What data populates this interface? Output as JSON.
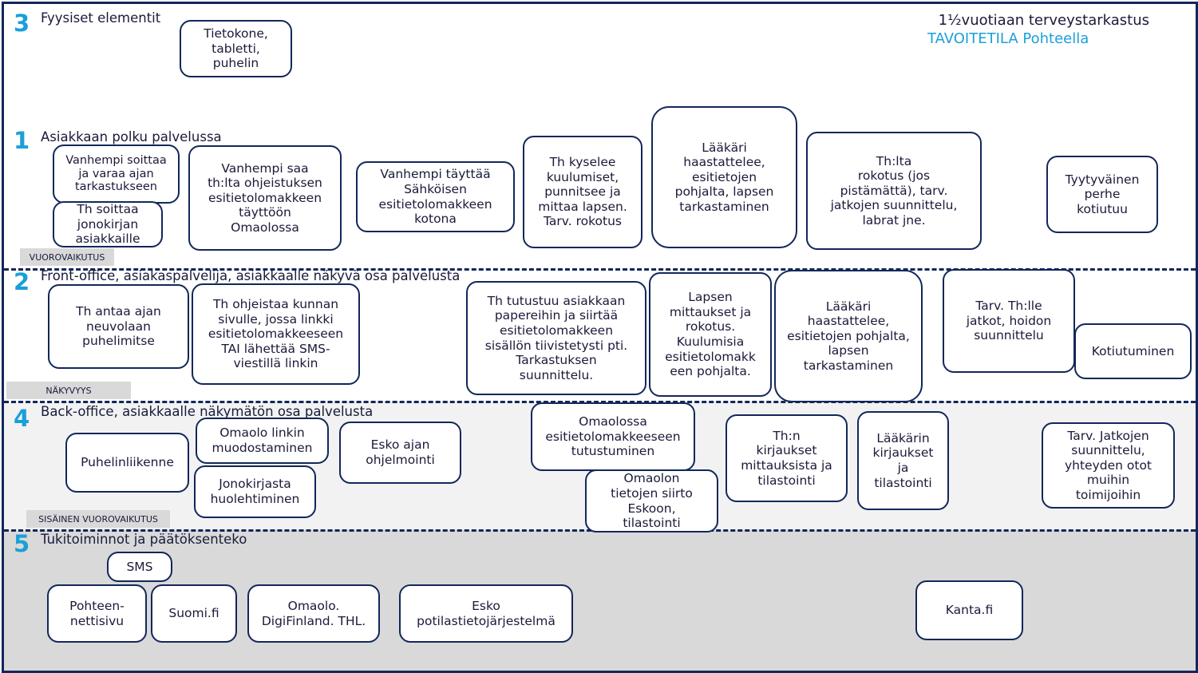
{
  "header": {
    "title": "1½vuotiaan terveystarkastus",
    "subtitle": "TAVOITETILA Pohteella"
  },
  "lanes": {
    "physical": {
      "number": "3",
      "title": "Fyysiset elementit"
    },
    "customer": {
      "number": "1",
      "title": "Asiakkaan polku palvelussa"
    },
    "front": {
      "number": "2",
      "title": "Front-office, asiakaspalvelija, asiakkaalle näkyvä osa palvelusta"
    },
    "back": {
      "number": "4",
      "title": "Back-office, asiakkaalle näkymätön osa palvelusta"
    },
    "support": {
      "number": "5",
      "title": "Tukitoiminnot ja päätöksenteko"
    }
  },
  "lines": {
    "interaction": "VUOROVAIKUTUS",
    "visibility": "NÄKYVYYS",
    "internal": "SISÄINEN VUOROVAIKUTUS"
  },
  "physical": {
    "devices": "Tietokone,\ntabletti,\npuhelin"
  },
  "customer": {
    "c1": "Vanhempi soittaa\nja varaa ajan\ntarkastukseen",
    "c1b": "Th soittaa\njonokirjan\nasiakkaille",
    "c2": "Vanhempi saa\nth:lta ohjeistuksen\nesitietolomakkeen\ntäyttöön\nOmaolossa",
    "c3": "Vanhempi täyttää\nSähköisen\nesitietolomakkeen\nkotona",
    "c4": "Th kyselee\nkuulumiset,\npunnitsee ja\nmittaa lapsen.\nTarv. rokotus",
    "c5": "Lääkäri\nhaastattelee,\nesitietojen\npohjalta, lapsen\ntarkastaminen",
    "c6": "Th:lta\nrokotus (jos\npistämättä), tarv.\njatkojen suunnittelu,\nlabrat jne.",
    "c7": "Tyytyväinen\nperhe\nkotiutuu"
  },
  "front": {
    "f1": "Th antaa ajan\nneuvolaan\npuhelimitse",
    "f2": "Th ohjeistaa kunnan\nsivulle, jossa linkki\nesitietolomakkeeseen\nTAI lähettää SMS-\nviestillä linkin",
    "f3": "Th tutustuu asiakkaan\npapereihin ja siirtää\nesitietolomakkeen\nsisällön tiivistetysti pti.\nTarkastuksen\nsuunnittelu.",
    "f4": "Lapsen\nmittaukset ja\nrokotus.\nKuulumisia\nesitietolomakk\neen pohjalta.",
    "f5": "Lääkäri\nhaastattelee,\nesitietojen pohjalta,\nlapsen\ntarkastaminen",
    "f6": "Tarv. Th:lle\njatkot, hoidon\nsuunnittelu",
    "f7": "Kotiutuminen"
  },
  "back": {
    "b1": "Puhelinliikenne",
    "b2": "Omaolo linkin\nmuodostaminen",
    "b2b": "Jonokirjasta\nhuolehtiminen",
    "b3": "Esko ajan\nohjelmointi",
    "b4": "Omaolossa\nesitietolomakkeeseen\ntutustuminen",
    "b4b": "Omaolon\ntietojen siirto\nEskoon,\ntilastointi",
    "b5": "Th:n\nkirjaukset\nmittauksista ja\ntilastointi",
    "b6": "Lääkärin\nkirjaukset\nja\ntilastointi",
    "b7": "Tarv. Jatkojen\nsuunnittelu,\nyhteyden otot\nmuihin\ntoimijoihin"
  },
  "support": {
    "s0": "SMS",
    "s1": "Pohteen-\nnettisivu",
    "s2": "Suomi.fi",
    "s3": "Omaolo.\nDigiFinland. THL.",
    "s4": "Esko\npotilastietojärjestelmä",
    "s5": "Kanta.fi"
  }
}
